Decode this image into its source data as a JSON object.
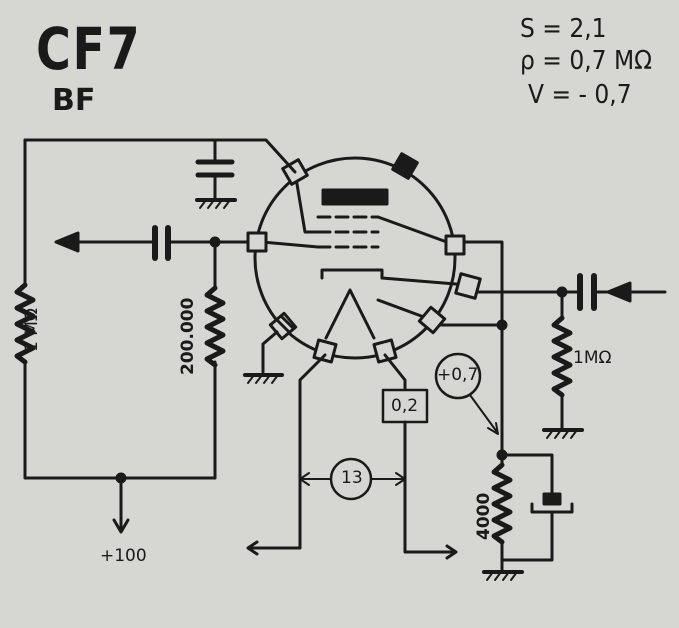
{
  "title": "CF7",
  "subtitle": "BF",
  "params": {
    "s": "S = 2,1",
    "rho": "ρ = 0,7 MΩ",
    "v": "V = - 0,7"
  },
  "labels": {
    "r_left": "1 MΩ",
    "r_anode": "200.000",
    "r_grid": "1MΩ",
    "r_cathode": "4000",
    "supply": "+100",
    "bias": "+0,7",
    "box_value": "0,2",
    "circle_value": "13"
  },
  "colors": {
    "background": "#d6d6d3",
    "ink": "#1a1a1a"
  }
}
